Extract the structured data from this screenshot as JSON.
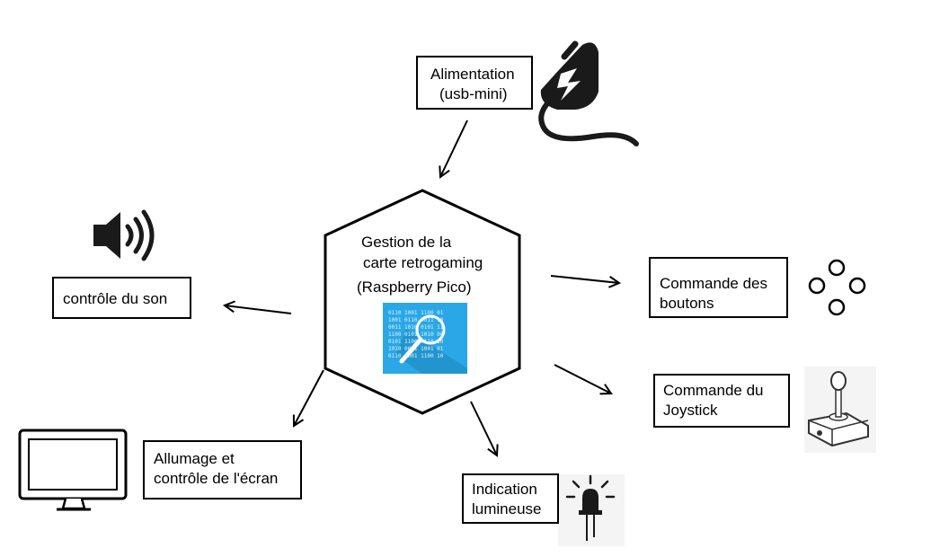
{
  "center": {
    "line1": "Gestion de la",
    "line2": "carte retrogaming",
    "line3": "(Raspberry Pico)"
  },
  "nodes": {
    "power": {
      "line1": "Alimentation",
      "line2": "(usb-mini)"
    },
    "sound": {
      "line1": "contrôle du son"
    },
    "buttons": {
      "line1": "Commande des",
      "line2": "boutons"
    },
    "joystick": {
      "line1": "Commande du",
      "line2": "Joystick"
    },
    "screen": {
      "line1": "Allumage et",
      "line2": "contrôle de l'écran"
    },
    "led": {
      "line1": "Indication",
      "line2": "lumineuse"
    }
  },
  "icons": {
    "power": "plug-icon",
    "sound": "speaker-icon",
    "buttons": "buttons-icon",
    "joystick": "joystick-icon",
    "screen": "monitor-icon",
    "led": "led-icon",
    "center": "code-search-icon"
  },
  "colors": {
    "line": "#000000",
    "center_icon_bg": "#2aa7e6"
  }
}
